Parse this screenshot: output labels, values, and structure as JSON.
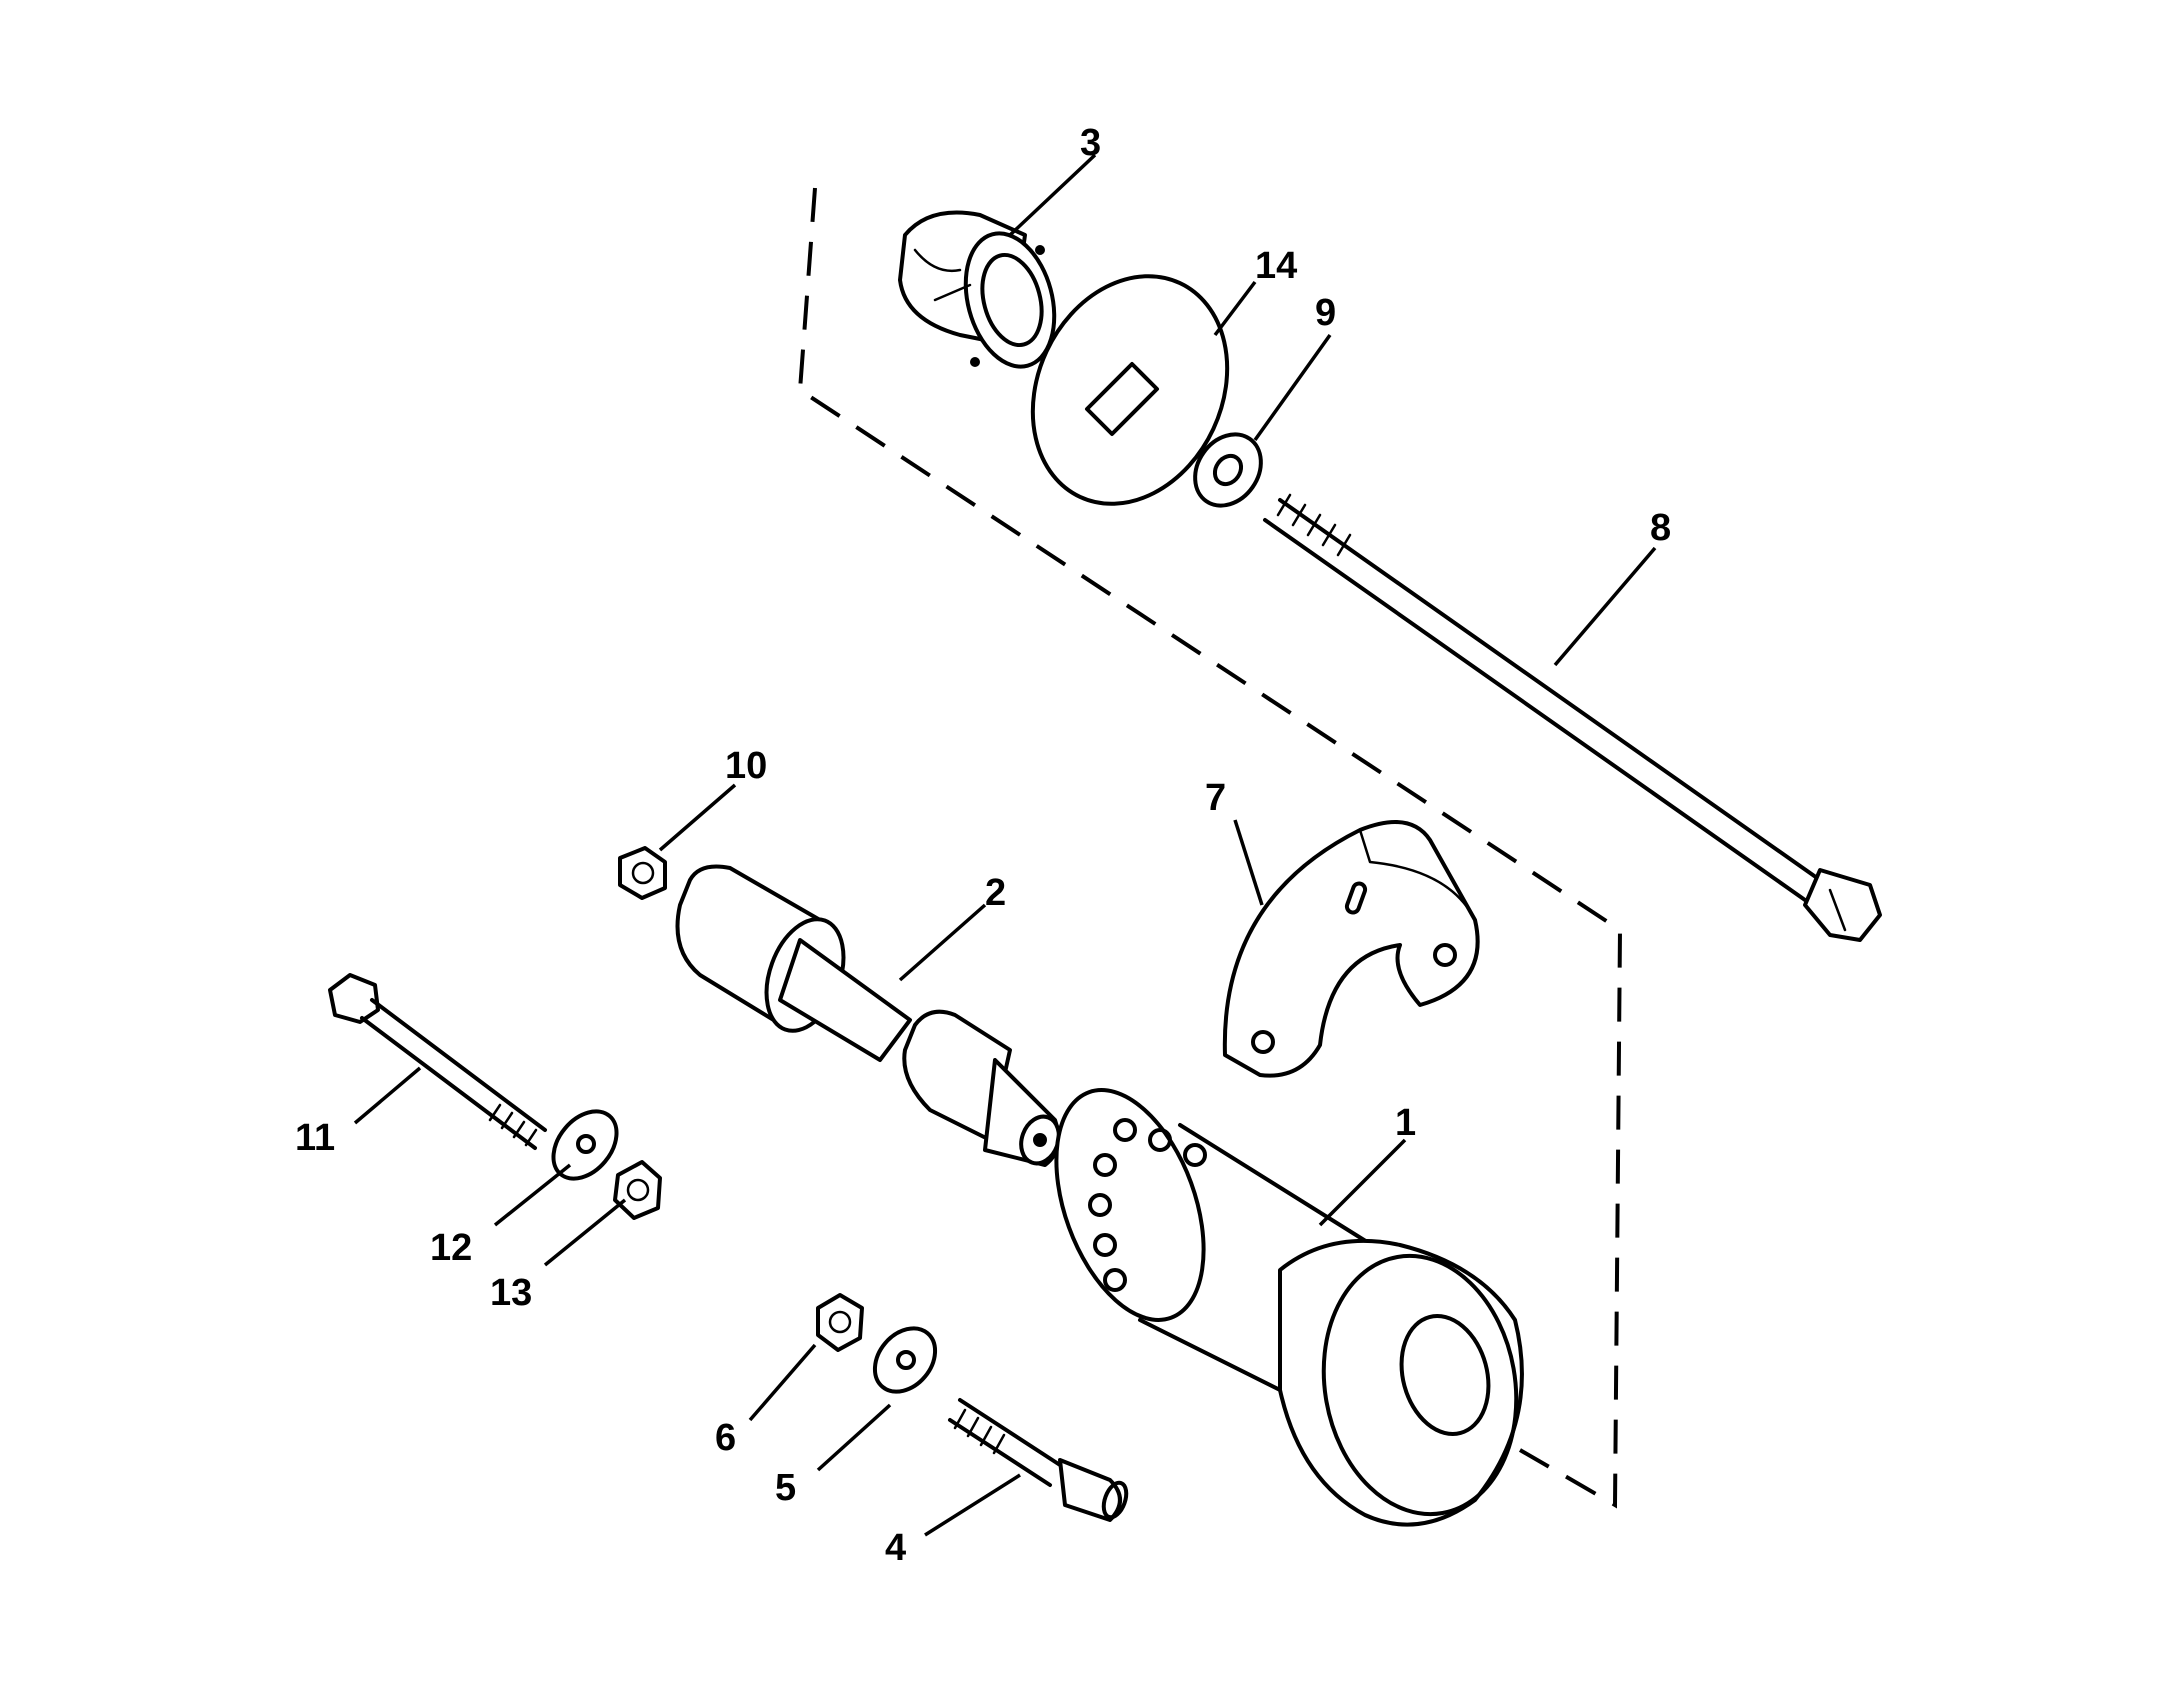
{
  "callouts": {
    "part_1": "1",
    "part_2": "2",
    "part_3": "3",
    "part_4": "4",
    "part_5": "5",
    "part_6": "6",
    "part_7": "7",
    "part_8": "8",
    "part_9": "9",
    "part_10": "10",
    "part_11": "11",
    "part_12": "12",
    "part_13": "13",
    "part_14": "14"
  },
  "colors": {
    "ink": "#000000",
    "background": "#ffffff"
  }
}
